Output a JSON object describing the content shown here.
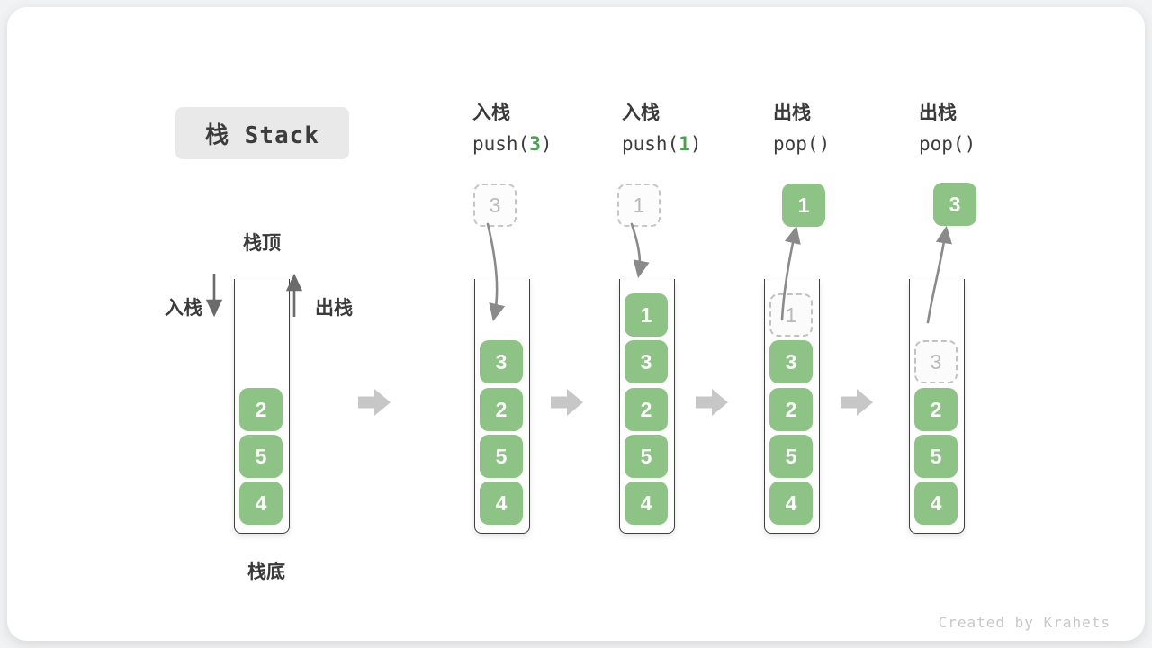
{
  "title": {
    "text": "栈 Stack"
  },
  "stack_labels": {
    "top": "栈顶",
    "bottom": "栈底",
    "push": "入栈",
    "pop": "出栈"
  },
  "columns": [
    {
      "op": "入栈",
      "code_prefix": "push(",
      "code_arg": "3",
      "code_suffix": ")"
    },
    {
      "op": "入栈",
      "code_prefix": "push(",
      "code_arg": "1",
      "code_suffix": ")"
    },
    {
      "op": "出栈",
      "code_prefix": "pop(",
      "code_arg": "",
      "code_suffix": ")"
    },
    {
      "op": "出栈",
      "code_prefix": "pop(",
      "code_arg": "",
      "code_suffix": ")"
    }
  ],
  "stacks": [
    {
      "cells": [
        "2",
        "5",
        "4"
      ]
    },
    {
      "incoming": "3",
      "cells": [
        "3",
        "2",
        "5",
        "4"
      ]
    },
    {
      "incoming": "1",
      "cells": [
        "1",
        "3",
        "2",
        "5",
        "4"
      ]
    },
    {
      "popped": "1",
      "ghost": "1",
      "cells": [
        "3",
        "2",
        "5",
        "4"
      ]
    },
    {
      "popped": "3",
      "ghost": "3",
      "cells": [
        "2",
        "5",
        "4"
      ]
    }
  ],
  "watermark": "Created by Krahets",
  "colors": {
    "cell_green": "#8dc384",
    "code_arg_green": "#4e9f50",
    "title_bg": "#e9e9e9",
    "text_dark": "#3c3c3c",
    "curve_arrow_gray": "#8a8a8a",
    "straight_arrow_gray": "#6b6b6b",
    "flow_arrow_gray": "#c7c7c7",
    "ghost_gray": "#c2c2c2",
    "watermark_gray": "#c8c8c9"
  }
}
